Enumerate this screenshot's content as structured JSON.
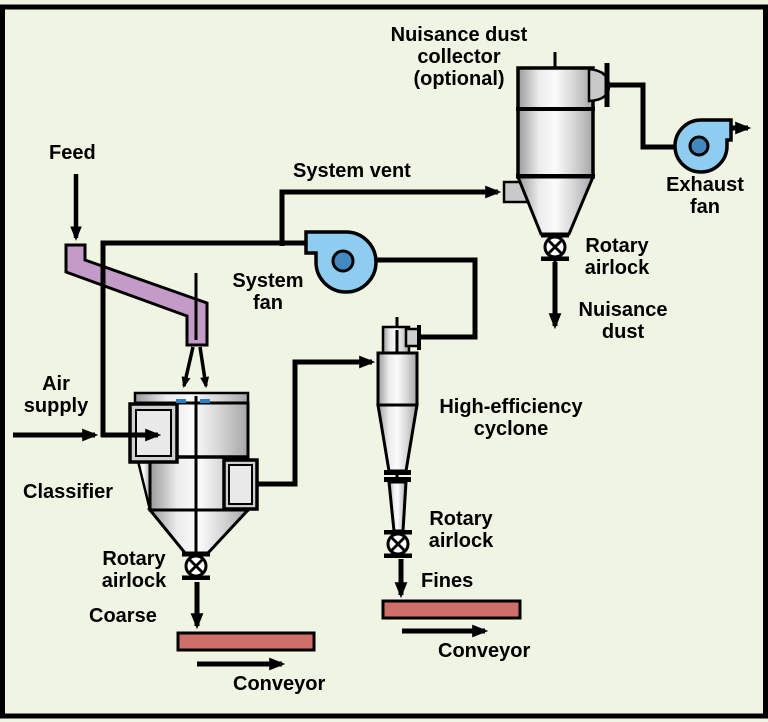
{
  "figure": {
    "type": "process-flow-diagram",
    "description": "Air classifier system with high-efficiency cyclone and optional nuisance dust collector",
    "background": "#f0f4e3",
    "frame_color": "#000000"
  },
  "colors": {
    "vessel_metal_gray": "#d9d9d9",
    "fan_body_blue": "#8ecdf0",
    "fan_hub_blue": "#4389c0",
    "feed_chute_purple": "#c49ac7",
    "conveyor_red": "#cf6f6a",
    "inlet_mark_blue": "#2f7fc5",
    "line_black": "#000000"
  },
  "labels": {
    "feed": "Feed",
    "system_vent": "System vent",
    "nuisance_dust_collector": "Nuisance dust\ncollector\n(optional)",
    "exhaust_fan": "Exhaust\nfan",
    "system_fan": "System\nfan",
    "air_supply": "Air\nsupply",
    "classifier": "Classifier",
    "classifier_rotary_airlock": "Rotary\nairlock",
    "coarse": "Coarse",
    "coarse_conveyor": "Conveyor",
    "high_efficiency_cyclone": "High-efficiency\ncyclone",
    "cyclone_rotary_airlock": "Rotary\nairlock",
    "fines": "Fines",
    "fines_conveyor": "Conveyor",
    "collector_rotary_airlock": "Rotary\nairlock",
    "nuisance_dust": "Nuisance\ndust"
  }
}
